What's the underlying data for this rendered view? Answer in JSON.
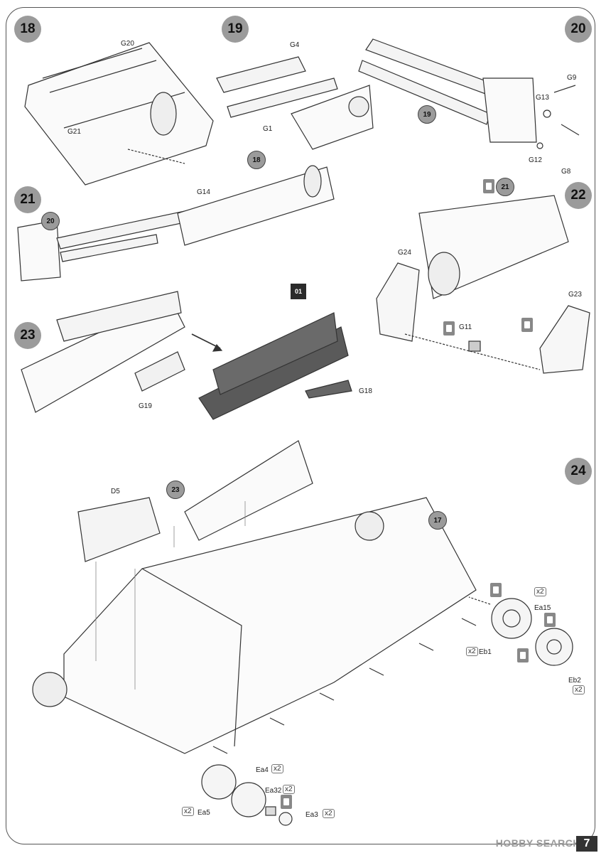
{
  "steps": [
    "18",
    "19",
    "20",
    "21",
    "22",
    "23",
    "24"
  ],
  "refs": [
    "20",
    "19",
    "18",
    "21",
    "23",
    "17"
  ],
  "subassembly_tag": "01",
  "parts": {
    "s18": [
      "G20",
      "G21"
    ],
    "s19": [
      "G4",
      "G1"
    ],
    "s20": [
      "G9",
      "G13",
      "G12",
      "G8"
    ],
    "s21": [
      "G14"
    ],
    "s22": [
      "G24",
      "G11",
      "G23"
    ],
    "s23": [
      "G19",
      "G18"
    ],
    "s24": [
      "D5",
      "Eb1",
      "Ea15",
      "Eb2",
      "Ea4",
      "Ea32",
      "Ea5",
      "Ea3"
    ]
  },
  "multipliers": {
    "x2": "x2"
  },
  "icons": [
    "glue-icon",
    "step-number-badge",
    "part-reference-circle"
  ],
  "footer": {
    "logo": "HOBBY SEARCH",
    "page": "7"
  }
}
